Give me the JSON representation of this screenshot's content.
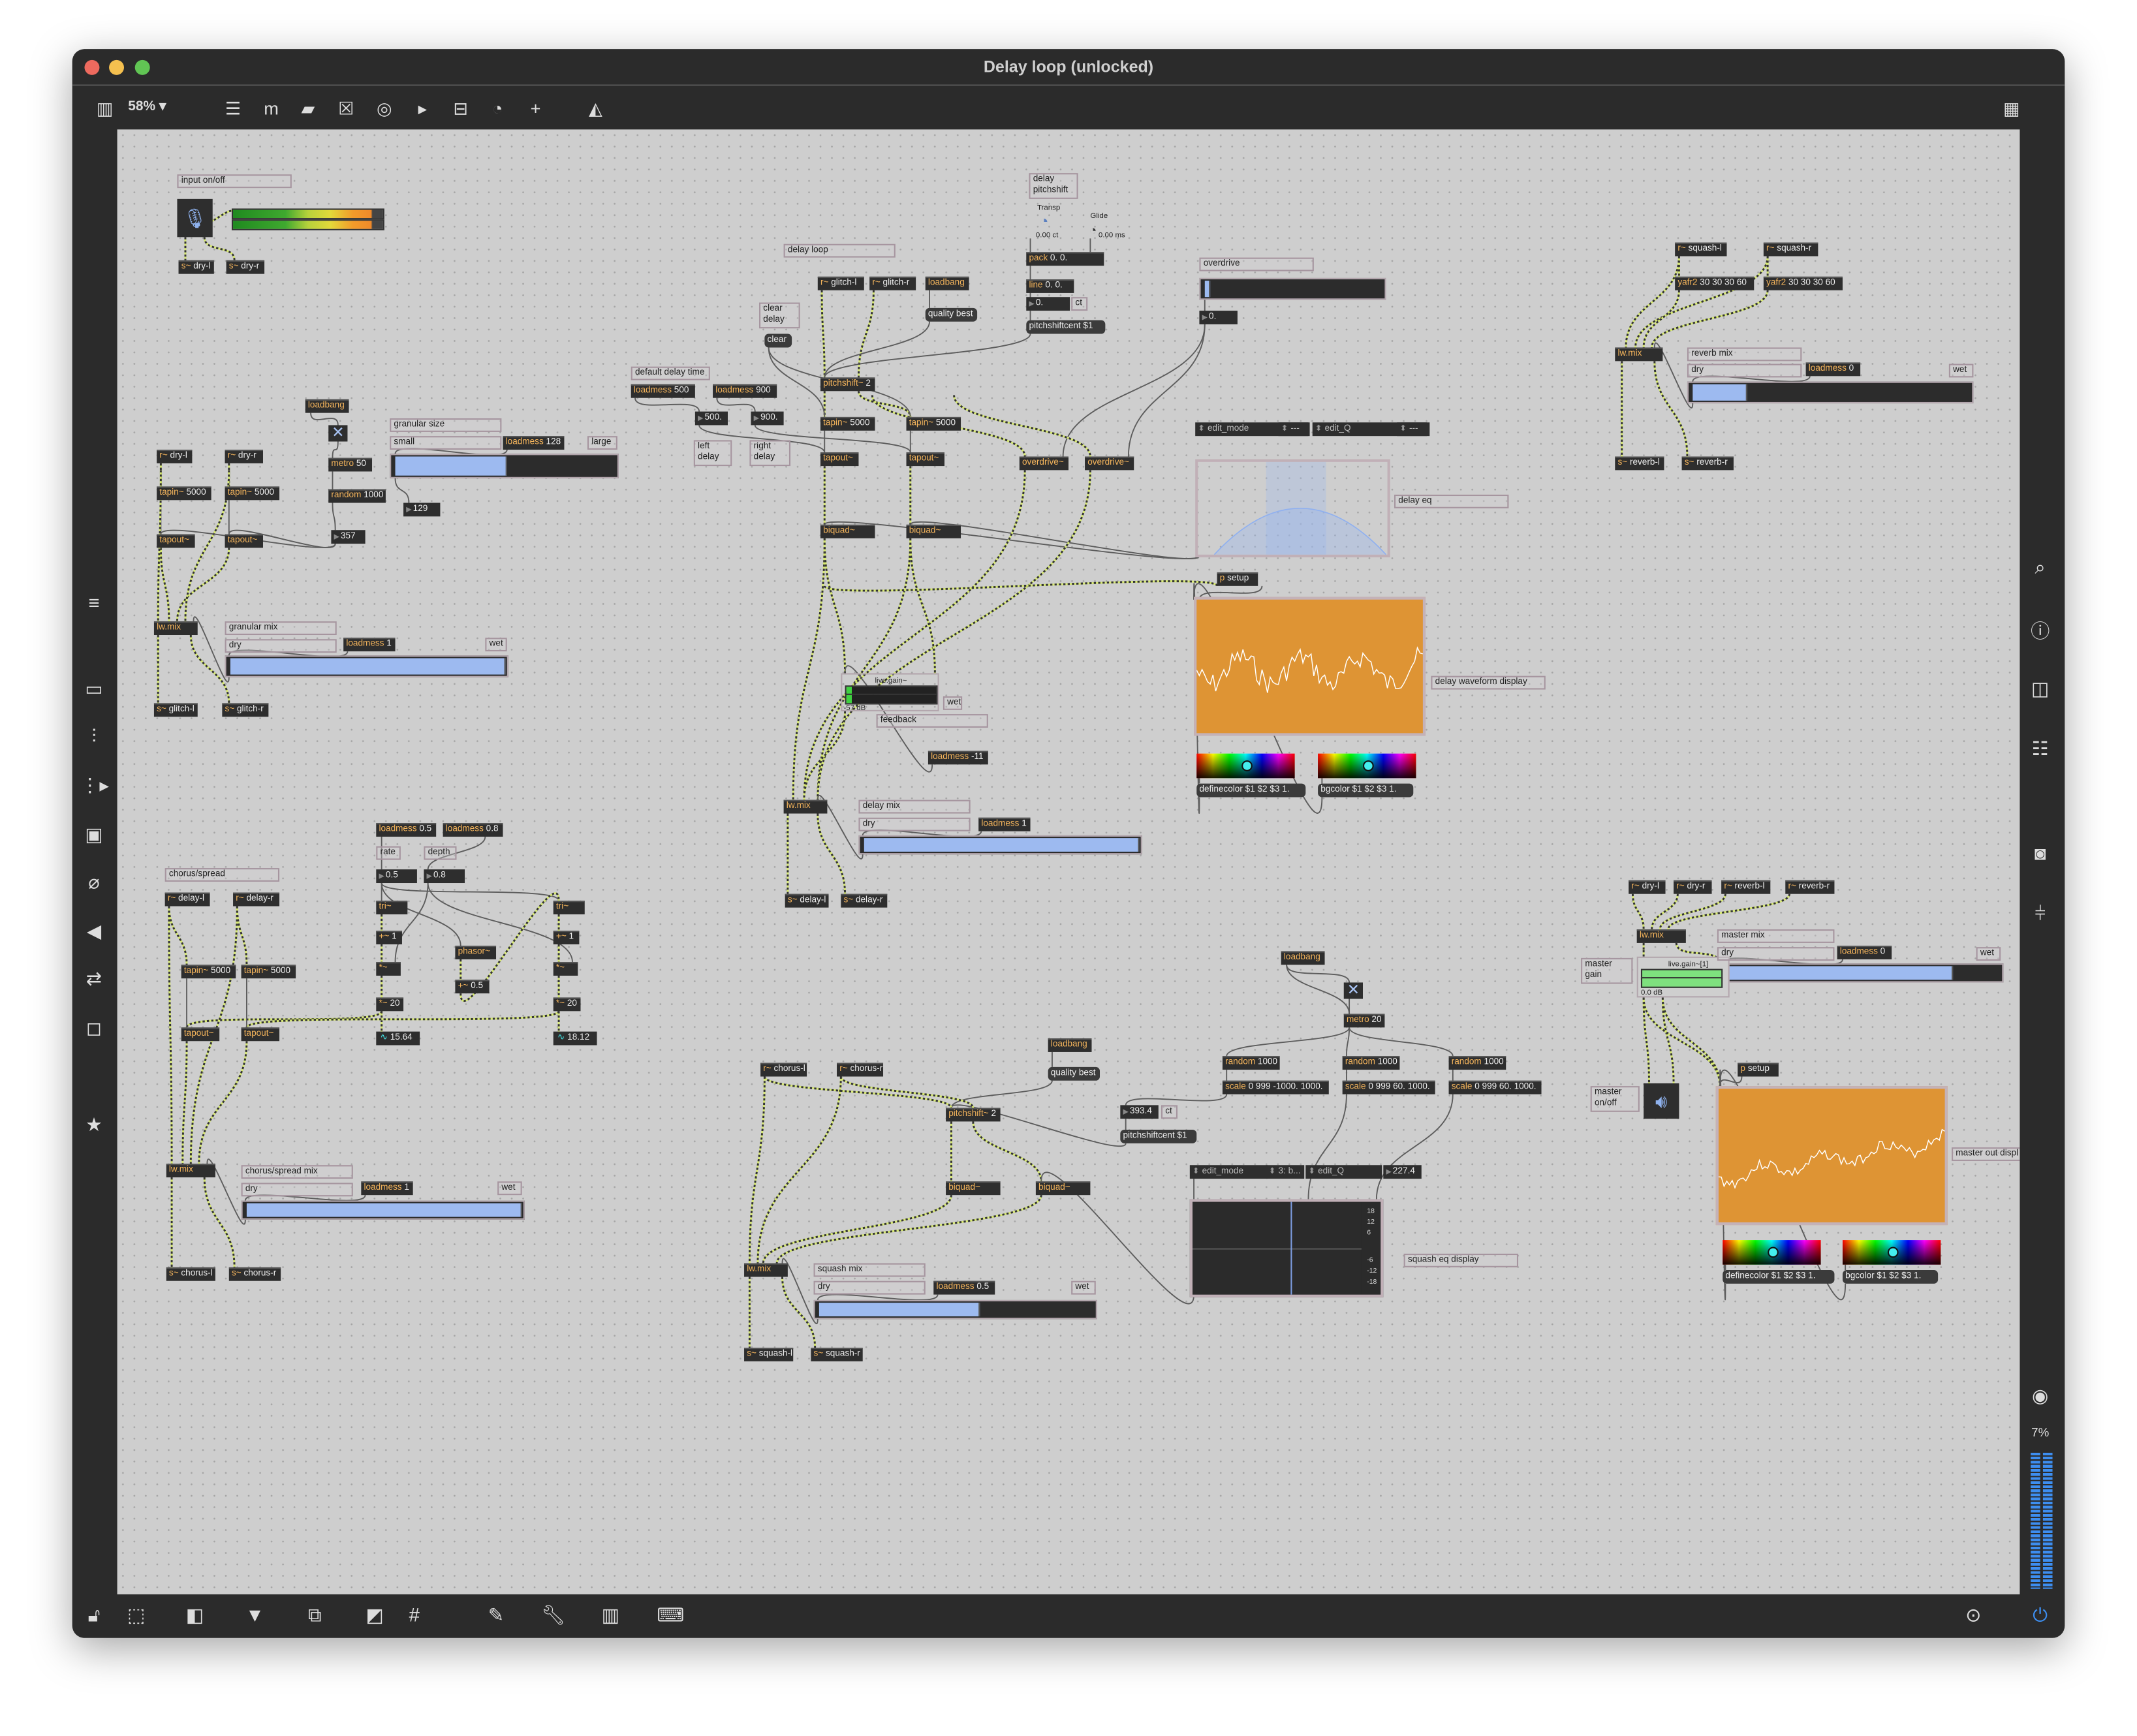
{
  "window": {
    "title": "Delay loop (unlocked)",
    "zoom": "58%"
  },
  "colors": {
    "keyword": "#f5b55c",
    "signal_cord": "#cfe36a",
    "scope_bg": "#de9434",
    "slider_fill": "#9dbaf0",
    "accent": "#3d8ef0"
  },
  "sidebar_right": {
    "cpu": "7%"
  },
  "input": {
    "label": "input on/off",
    "send_l": "s~ dry-l",
    "send_r": "s~ dry-r"
  },
  "granular": {
    "recv_l": "r~ dry-l",
    "recv_r": "r~ dry-r",
    "tapin_l": "tapin~ 5000",
    "tapin_r": "tapin~ 5000",
    "tapout_l": "tapout~",
    "tapout_r": "tapout~",
    "loadbang": "loadbang",
    "toggle": "✕",
    "metro": "metro 50",
    "random": "random 1000",
    "time": "357",
    "size_num": "129",
    "size_label": "granular size",
    "size_min": "small",
    "size_max": "large",
    "size_loadmess": "loadmess 128",
    "size_level": 0.5,
    "mix": "lw.mix",
    "mix_label": "granular mix",
    "dry": "dry",
    "wet": "wet",
    "mix_loadmess": "loadmess 1",
    "mix_level": 1.0,
    "send_l": "s~ glitch-l",
    "send_r": "s~ glitch-r"
  },
  "delay": {
    "title": "delay loop",
    "recv_l": "r~ glitch-l",
    "recv_r": "r~ glitch-r",
    "loadbang": "loadbang",
    "quality": "quality best",
    "clear_label": "clear delay",
    "clear": "clear",
    "default_label": "default delay time",
    "loadmess_l": "loadmess 500",
    "loadmess_r": "loadmess 900",
    "num_l": "500.",
    "num_r": "900.",
    "left_label": "left delay",
    "right_label": "right delay",
    "pitchshift": "pitchshift~ 2",
    "tapin_l": "tapin~ 5000",
    "tapin_r": "tapin~ 5000",
    "tapout_l": "tapout~",
    "tapout_r": "tapout~",
    "biquad_l": "biquad~",
    "biquad_r": "biquad~",
    "ps_label": "delay pitchshift",
    "transp_label": "Transp",
    "transp_value": "0.00 ct",
    "glide_label": "Glide",
    "glide_value": "0.00 ms",
    "pack": "pack 0. 0.",
    "line": "line 0. 0.",
    "cents": "0.",
    "ct": "ct",
    "pscent": "pitchshiftcent $1",
    "od_label": "overdrive",
    "od_level": 0.02,
    "od_num": "0.",
    "od_l": "overdrive~",
    "od_r": "overdrive~",
    "edit_mode": "edit_mode",
    "edit_mode_val": "---",
    "edit_q": "edit_Q",
    "edit_q_val": "---",
    "eq_label": "delay eq",
    "psetup": "p setup",
    "scope_label": "delay waveform display",
    "definecolor": "definecolor $1 $2 $3 1.",
    "bgcolor": "bgcolor $1 $2 $3 1.",
    "gain_label": "live.gain~",
    "gain_db": "-57 dB",
    "feedback": "feedback",
    "gain_wet": "wet",
    "gain_loadmess": "loadmess -11",
    "mix": "lw.mix",
    "mix_label": "delay mix",
    "dry": "dry",
    "mix_loadmess": "loadmess 1",
    "mix_level": 1.0,
    "send_l": "s~ delay-l",
    "send_r": "s~ delay-r"
  },
  "chorus": {
    "label": "chorus/spread",
    "recv_l": "r~ delay-l",
    "recv_r": "r~ delay-r",
    "lm_rate": "loadmess 0.5",
    "lm_depth": "loadmess 0.8",
    "rate": "rate",
    "depth": "depth",
    "rate_num": "0.5",
    "depth_num": "0.8",
    "tri_l": "tri~",
    "tri_r": "tri~",
    "add_l": "+~ 1",
    "add_r": "+~ 1",
    "phasor": "phasor~",
    "phadd": "+~ 0.5",
    "mul_l": "*~",
    "mul_r": "*~",
    "mul20_l": "*~ 20",
    "mul20_r": "*~ 20",
    "sig_l": "15.64",
    "sig_r": "18.12",
    "tapin_l": "tapin~ 5000",
    "tapin_r": "tapin~ 5000",
    "tapout_l": "tapout~",
    "tapout_r": "tapout~",
    "mix": "lw.mix",
    "mix_label": "chorus/spread mix",
    "dry": "dry",
    "wet": "wet",
    "mix_loadmess": "loadmess 1",
    "mix_level": 1.0,
    "send_l": "s~ chorus-l",
    "send_r": "s~ chorus-r"
  },
  "squash": {
    "loadbang": "loadbang",
    "toggle": "✕",
    "metro": "metro 20",
    "random1": "random 1000",
    "random2": "random 1000",
    "random3": "random 1000",
    "scale1": "scale 0 999 -1000. 1000.",
    "scale2": "scale 0 999 60. 1000.",
    "scale3": "scale 0 999 60. 1000.",
    "loadbang2": "loadbang",
    "quality": "quality best",
    "recv_l": "r~ chorus-l",
    "recv_r": "r~ chorus-r",
    "pitchshift": "pitchshift~ 2",
    "cents": "393.4",
    "ct": "ct",
    "pscent": "pitchshiftcent $1",
    "biquad_l": "biquad~",
    "biquad_r": "biquad~",
    "edit_mode": "edit_mode",
    "edit_mode_val": "3: b...",
    "edit_q": "edit_Q",
    "q_num": "227.4",
    "db_ticks": [
      "18",
      "12",
      "6",
      "-6",
      "-12",
      "-18"
    ],
    "eq_label": "squash eq display",
    "mix": "lw.mix",
    "mix_label": "squash mix",
    "dry": "dry",
    "wet": "wet",
    "mix_loadmess": "loadmess 0.5",
    "mix_level": 0.58,
    "send_l": "s~ squash-l",
    "send_r": "s~ squash-r"
  },
  "reverb": {
    "recv_l": "r~ squash-l",
    "recv_r": "r~ squash-r",
    "yafr_l": "yafr2 30 30 30 60",
    "yafr_r": "yafr2 30 30 30 60",
    "mix": "lw.mix",
    "mix_label": "reverb mix",
    "dry": "dry",
    "wet": "wet",
    "mix_loadmess": "loadmess 0",
    "mix_level": 0.19,
    "send_l": "s~ reverb-l",
    "send_r": "s~ reverb-r"
  },
  "master": {
    "recv_dry_l": "r~ dry-l",
    "recv_dry_r": "r~ dry-r",
    "recv_rev_l": "r~ reverb-l",
    "recv_rev_r": "r~ reverb-r",
    "mix": "lw.mix",
    "mix_label": "master mix",
    "dry": "dry",
    "wet": "wet",
    "mix_loadmess": "loadmess 0",
    "mix_level": 0.83,
    "gain_label": "master gain",
    "gain_name": "live.gain~[1]",
    "gain_db": "0.0 dB",
    "onoff_label": "master on/off",
    "psetup": "p setup",
    "scope_label": "master out displ",
    "definecolor": "definecolor $1 $2 $3 1.",
    "bgcolor": "bgcolor $1 $2 $3 1."
  }
}
